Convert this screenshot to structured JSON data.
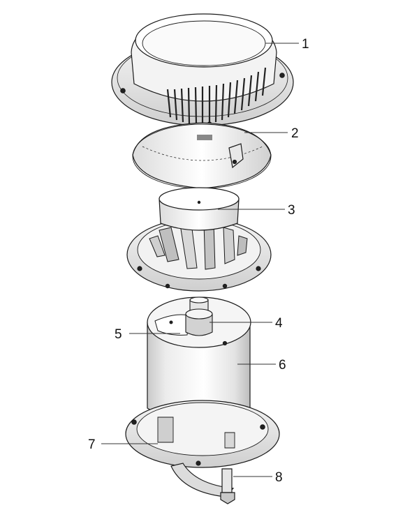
{
  "diagram": {
    "type": "exploded-assembly",
    "line_color": "#1a1a1a",
    "fill_color": "#ffffff",
    "shade_color": "#d9d9d9",
    "callouts": [
      {
        "id": "1",
        "label": "1"
      },
      {
        "id": "2",
        "label": "2"
      },
      {
        "id": "3",
        "label": "3"
      },
      {
        "id": "4",
        "label": "4"
      },
      {
        "id": "5",
        "label": "5"
      },
      {
        "id": "6",
        "label": "6"
      },
      {
        "id": "7",
        "label": "7"
      },
      {
        "id": "8",
        "label": "8"
      }
    ]
  }
}
